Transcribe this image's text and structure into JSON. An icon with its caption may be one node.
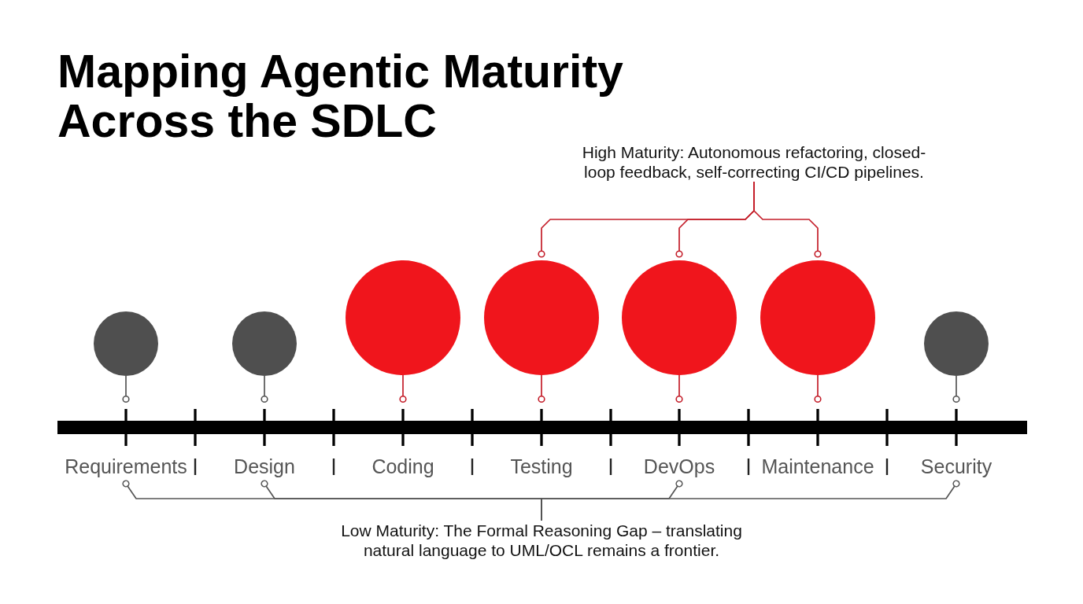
{
  "diagram": {
    "title": "Mapping Agentic Maturity Across the SDLC",
    "nodes": [
      {
        "text": [
          "High Maturity: Autonomous refactoring, closed-loop feedback, self-correcting CI/CD pipelines."
        ]
      },
      {
        "text": [],
        "shape": "circle"
      },
      {
        "text": [],
        "shape": "circle"
      },
      {
        "text": [],
        "shape": "circle"
      },
      {
        "text": [],
        "shape": "circle"
      },
      {
        "text": [],
        "shape": "circle"
      },
      {
        "text": [],
        "shape": "circle"
      },
      {
        "text": [],
        "shape": "circle"
      },
      {
        "text": [
          "Requirements"
        ]
      },
      {
        "text": [
          "Design"
        ]
      },
      {
        "text": [
          "Coding"
        ]
      },
      {
        "text": [
          "Testing"
        ]
      },
      {
        "text": [
          "DevOps"
        ]
      },
      {
        "text": [
          "Maintenance"
        ]
      },
      {
        "text": [
          "Security"
        ]
      },
      {
        "text": [
          "Low Maturity: The Formal Reasoning Gap – translating natural language to UML/OCL remains a frontier."
        ]
      }
    ],
    "edges": [
      {
        "from": 0,
        "to": 4,
        "arrow": "other"
      },
      {
        "from": 0,
        "to": 5,
        "arrow": "other"
      },
      {
        "from": 0,
        "to": 6,
        "arrow": "other"
      },
      {
        "from": 1,
        "to": null,
        "arrow": "other",
        "color": "#555555"
      },
      {
        "from": 2,
        "to": null,
        "arrow": "other",
        "color": "#555555"
      },
      {
        "from": 3,
        "to": null,
        "arrow": "other"
      },
      {
        "from": 4,
        "to": null,
        "arrow": "other"
      },
      {
        "from": 5,
        "to": null,
        "arrow": "other"
      },
      {
        "from": 6,
        "to": null,
        "arrow": "other"
      },
      {
        "from": 7,
        "to": null,
        "arrow": "other",
        "color": "#555555"
      },
      {
        "from": 15,
        "to": 8,
        "arrow": "other",
        "color": "#555555"
      },
      {
        "from": 15,
        "to": 9,
        "arrow": "other",
        "color": "#555555"
      },
      {
        "from": 15,
        "to": 12,
        "arrow": "other",
        "color": "#555555"
      },
      {
        "from": 15,
        "to": 14,
        "arrow": "other",
        "color": "#555555"
      }
    ]
  }
}
